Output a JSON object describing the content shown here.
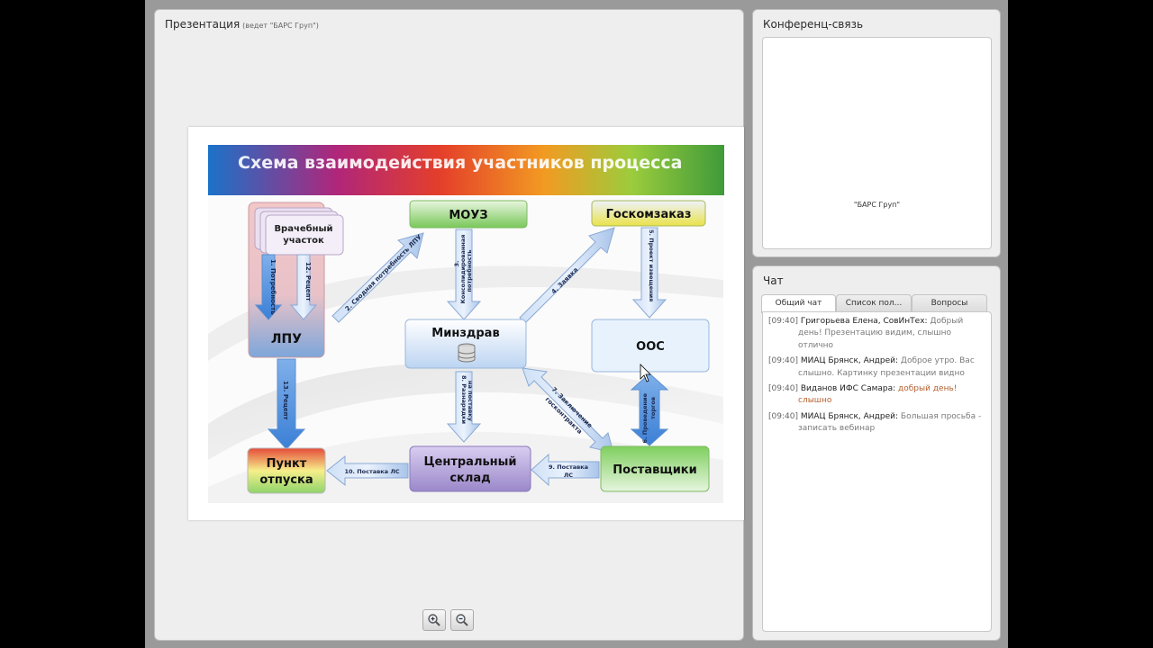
{
  "presentation": {
    "title": "Презентация",
    "subtitle": "(ведет \"БАРС Груп\")",
    "slide": {
      "heading": "Схема взаимодействия участников процесса",
      "nodes": {
        "vrach": "Врачебный участок",
        "lpu": "ЛПУ",
        "mouz": "МОУЗ",
        "goskomzakaz": "Госкомзаказ",
        "minzdrav": "Минздрав",
        "oos": "ООС",
        "punkt": [
          "Пункт",
          "отпуска"
        ],
        "sklad": [
          "Центральный",
          "склад"
        ],
        "postavshiki": "Поставщики"
      },
      "arrows": {
        "a1": "1. Потребность",
        "a2": "2. Сводная потребность ЛПУ",
        "a3": "3. Консолидированная потребность",
        "a4": "4. Заявка",
        "a5": "5. Проект извещения",
        "a6": "6. Проведение торгов",
        "a7": "7. Заключение госконтракта",
        "a8": "8. Разнарядки на поставку",
        "a9": "9. Поставка ЛС",
        "a10": "10. Поставка ЛС",
        "a12": "12. Рецепт",
        "a13": "13. Рецепт"
      }
    },
    "zoom_in_icon": "zoom-in-icon",
    "zoom_out_icon": "zoom-out-icon"
  },
  "conference": {
    "title": "Конференц-связь",
    "caption": "\"БАРС Груп\""
  },
  "chat": {
    "title": "Чат",
    "tabs": [
      "Общий чат",
      "Список пол...",
      "Вопросы"
    ],
    "messages": [
      {
        "time": "[09:40]",
        "author": "Григорьева Елена, СовИнТех:",
        "text": "Добрый день! Презентацию видим, слышно отлично",
        "highlight": false
      },
      {
        "time": "[09:40]",
        "author": "МИАЦ Брянск, Андрей:",
        "text": "Доброе утро. Вас слышно. Картинку презентации видно",
        "highlight": false
      },
      {
        "time": "[09:40]",
        "author": "Виданов ИФС Самара:",
        "text": "добрый день! слышно",
        "highlight": true
      },
      {
        "time": "[09:40]",
        "author": "МИАЦ Брянск, Андрей:",
        "text": "Большая просьба - записать вебинар",
        "highlight": false
      }
    ]
  }
}
